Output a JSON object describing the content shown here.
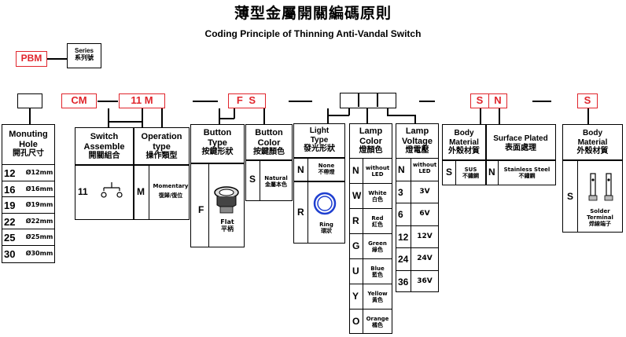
{
  "title_zh": "薄型金屬開關編碼原則",
  "title_en": "Coding Principle of Thinning Anti-Vandal Switch",
  "code_bar": {
    "pbm": "PBM",
    "cm": "CM",
    "size_code": "11 M",
    "button_code": "F S",
    "body_codes": [
      "S",
      "N"
    ],
    "last_code": "S"
  },
  "series": {
    "en": "Series",
    "zh": "系列號"
  },
  "mounting_hole": {
    "header_en": "Monuting Hole",
    "header_zh": "開孔尺寸",
    "rows": [
      {
        "code": "12",
        "value": "Ø12mm"
      },
      {
        "code": "16",
        "value": "Ø16mm"
      },
      {
        "code": "19",
        "value": "Ø19mm"
      },
      {
        "code": "22",
        "value": "Ø22mm"
      },
      {
        "code": "25",
        "value": "Ø25mm"
      },
      {
        "code": "30",
        "value": "Ø30mm"
      }
    ]
  },
  "switch_assemble": {
    "header_en": "Switch Assemble",
    "header_zh": "開關組合",
    "code": "11"
  },
  "operation_type": {
    "header_en": "Operation type",
    "header_zh": "操作類型",
    "code": "M",
    "label_en": "Momentary",
    "label_zh": "復歸/復位"
  },
  "button_type": {
    "header_en": "Button Type",
    "header_zh": "按鍵形狀",
    "code": "F",
    "label_en": "Flat",
    "label_zh": "平柄"
  },
  "button_color": {
    "header_en": "Button Color",
    "header_zh": "按鍵顏色",
    "code": "S",
    "label_en": "Natural",
    "label_zh": "金屬本色"
  },
  "light_type": {
    "header_en": "Light Type",
    "header_zh": "發光形狀",
    "rows": [
      {
        "code": "N",
        "label_en": "None",
        "label_zh": "不帶燈"
      },
      {
        "code": "R",
        "label_en": "Ring",
        "label_zh": "環狀"
      }
    ]
  },
  "lamp_color": {
    "header_en": "Lamp Color",
    "header_zh": "燈顏色",
    "rows": [
      {
        "code": "N",
        "label_en": "without LED",
        "label_zh": ""
      },
      {
        "code": "W",
        "label_en": "White",
        "label_zh": "白色"
      },
      {
        "code": "R",
        "label_en": "Red",
        "label_zh": "紅色"
      },
      {
        "code": "G",
        "label_en": "Green",
        "label_zh": "綠色"
      },
      {
        "code": "U",
        "label_en": "Blue",
        "label_zh": "藍色"
      },
      {
        "code": "Y",
        "label_en": "Yellow",
        "label_zh": "黃色"
      },
      {
        "code": "O",
        "label_en": "Orange",
        "label_zh": "橘色"
      }
    ]
  },
  "lamp_voltage": {
    "header_en": "Lamp Voltage",
    "header_zh": "燈電壓",
    "rows": [
      {
        "code": "N",
        "label": "without LED"
      },
      {
        "code": "3",
        "label": "3V"
      },
      {
        "code": "6",
        "label": "6V"
      },
      {
        "code": "12",
        "label": "12V"
      },
      {
        "code": "24",
        "label": "24V"
      },
      {
        "code": "36",
        "label": "36V"
      }
    ]
  },
  "body_material": {
    "header_en": "Body Material",
    "header_zh": "外殼材質",
    "code": "S",
    "label_en": "SUS",
    "label_zh": "不鏽鋼"
  },
  "surface_plated": {
    "header_en": "Surface Plated",
    "header_zh": "表面處理",
    "code": "N",
    "label_en": "Stainless Steel",
    "label_zh": "不鏽鋼"
  },
  "terminal_material": {
    "header_en": "Body Material",
    "header_zh": "外殼材質",
    "code": "S",
    "label_en": "Solder Terminal",
    "label_zh": "焊線端子"
  },
  "colors": {
    "accent_red": "#e0242b",
    "ring_blue": "#1f3fd0",
    "line": "#000000"
  }
}
